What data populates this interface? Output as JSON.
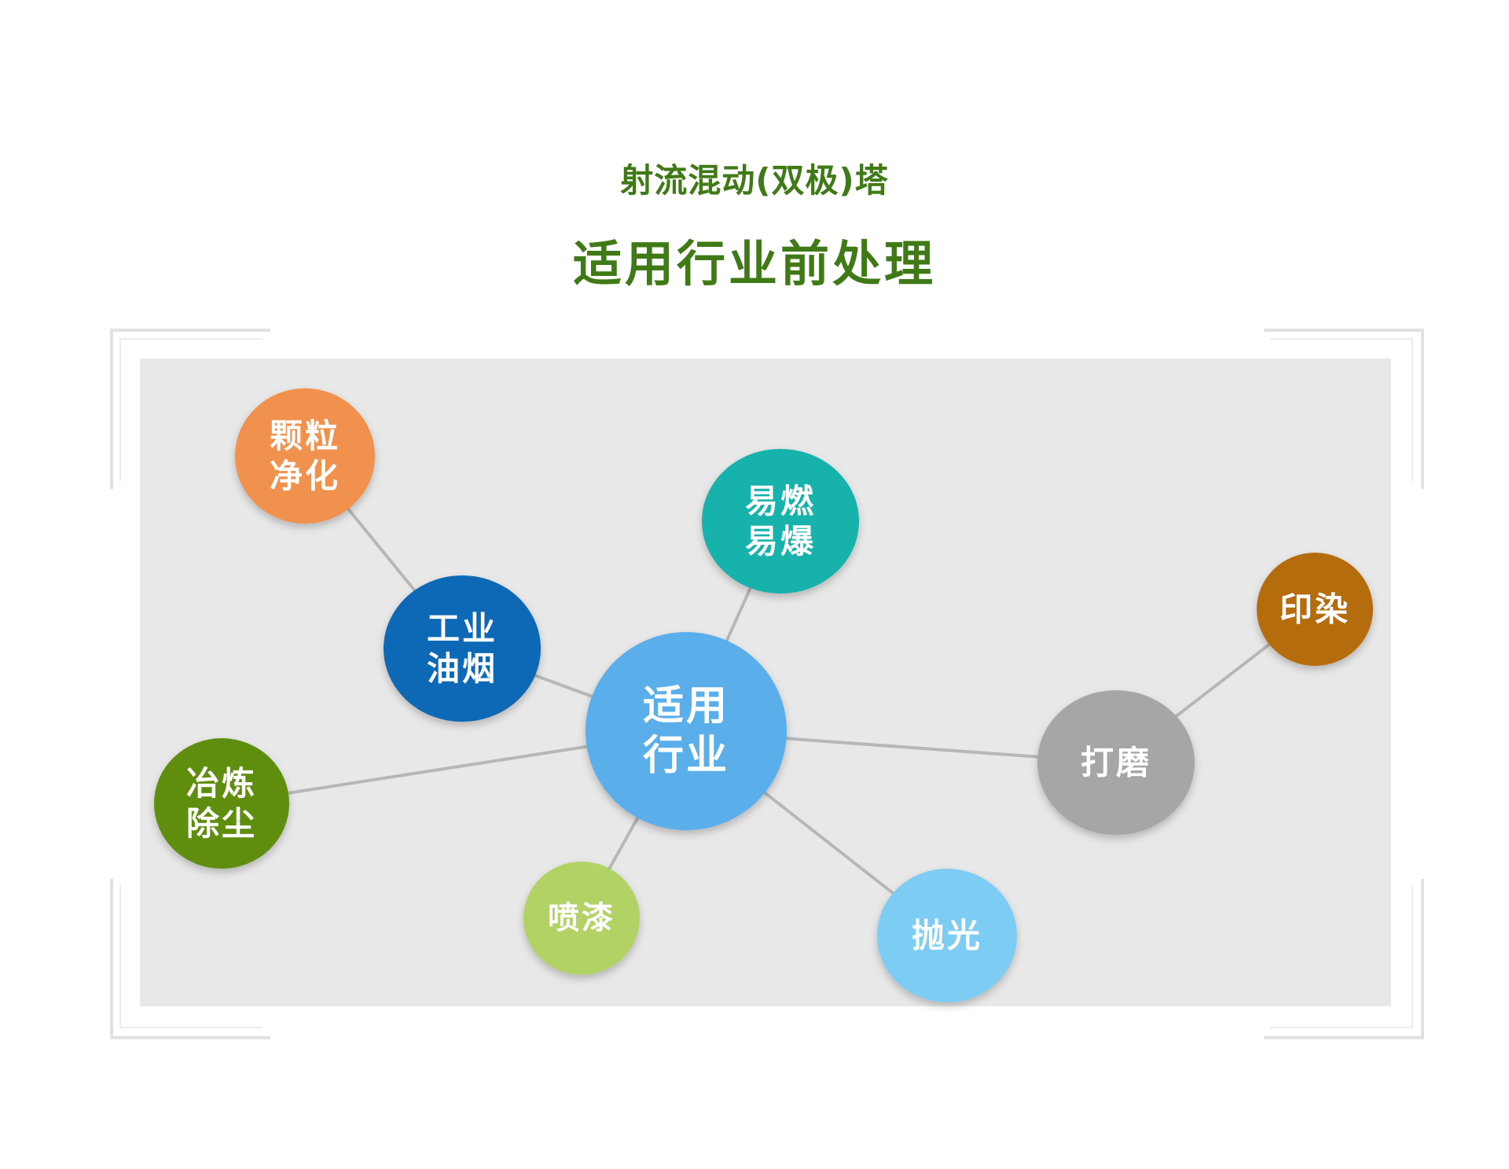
{
  "title": {
    "subtitle": "射流混动(双极)塔",
    "heading": "适用行业前处理"
  },
  "diagram": {
    "center": {
      "id": "center",
      "lines": [
        "适用",
        "行业"
      ],
      "color": "#5aaeea"
    },
    "nodes": [
      {
        "id": "keli",
        "lines": [
          "颗粒",
          "净化"
        ],
        "color": "#f0914d"
      },
      {
        "id": "gongye",
        "lines": [
          "工业",
          "油烟"
        ],
        "color": "#0e67b5"
      },
      {
        "id": "yiran",
        "lines": [
          "易燃",
          "易爆"
        ],
        "color": "#17b2ab"
      },
      {
        "id": "yinran",
        "lines": [
          "印染"
        ],
        "color": "#b46c0b"
      },
      {
        "id": "damo",
        "lines": [
          "打磨"
        ],
        "color": "#a6a6a6"
      },
      {
        "id": "paoguang",
        "lines": [
          "抛光"
        ],
        "color": "#7dccf4"
      },
      {
        "id": "penqi",
        "lines": [
          "喷漆"
        ],
        "color": "#b3d266"
      },
      {
        "id": "yelian",
        "lines": [
          "冶炼",
          "除尘"
        ],
        "color": "#5f8d0f"
      }
    ],
    "edges": [
      [
        "center",
        "gongye"
      ],
      [
        "gongye",
        "keli"
      ],
      [
        "center",
        "yiran"
      ],
      [
        "center",
        "damo"
      ],
      [
        "damo",
        "yinran"
      ],
      [
        "center",
        "paoguang"
      ],
      [
        "center",
        "penqi"
      ],
      [
        "center",
        "yelian"
      ]
    ],
    "colors": {
      "title": "#3f7a16",
      "edge": "#b7b7b7",
      "background": "#e8e8e8"
    }
  }
}
